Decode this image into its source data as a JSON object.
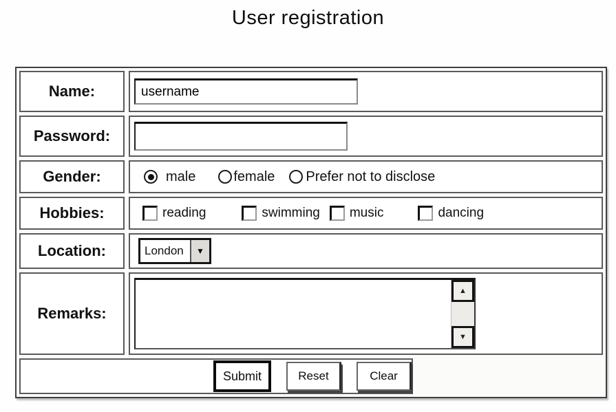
{
  "page": {
    "title": "User registration"
  },
  "form": {
    "name": {
      "label": "Name:",
      "value": "username"
    },
    "password": {
      "label": "Password:",
      "value": ""
    },
    "gender": {
      "label": "Gender:",
      "options": [
        {
          "label": "male",
          "selected": true
        },
        {
          "label": "female",
          "selected": false
        },
        {
          "label": "Prefer not to disclose",
          "selected": false
        }
      ]
    },
    "hobbies": {
      "label": "Hobbies:",
      "options": [
        {
          "label": "reading",
          "checked": false
        },
        {
          "label": "swimming",
          "checked": false
        },
        {
          "label": "music",
          "checked": false
        },
        {
          "label": "dancing",
          "checked": false
        }
      ]
    },
    "location": {
      "label": "Location:",
      "selected_value": "London"
    },
    "remarks": {
      "label": "Remarks:",
      "value": ""
    },
    "buttons": [
      {
        "label": "Submit"
      },
      {
        "label": "Reset"
      },
      {
        "label": "Clear"
      }
    ]
  },
  "icons": {
    "dropdown_arrow": "▼",
    "scroll_up": "▲",
    "scroll_down": "▼"
  },
  "colors": {
    "border_dark": "#161616",
    "border_gray": "#5a5a5a",
    "button_face": "#f0efeb",
    "background": "#fefefe"
  }
}
